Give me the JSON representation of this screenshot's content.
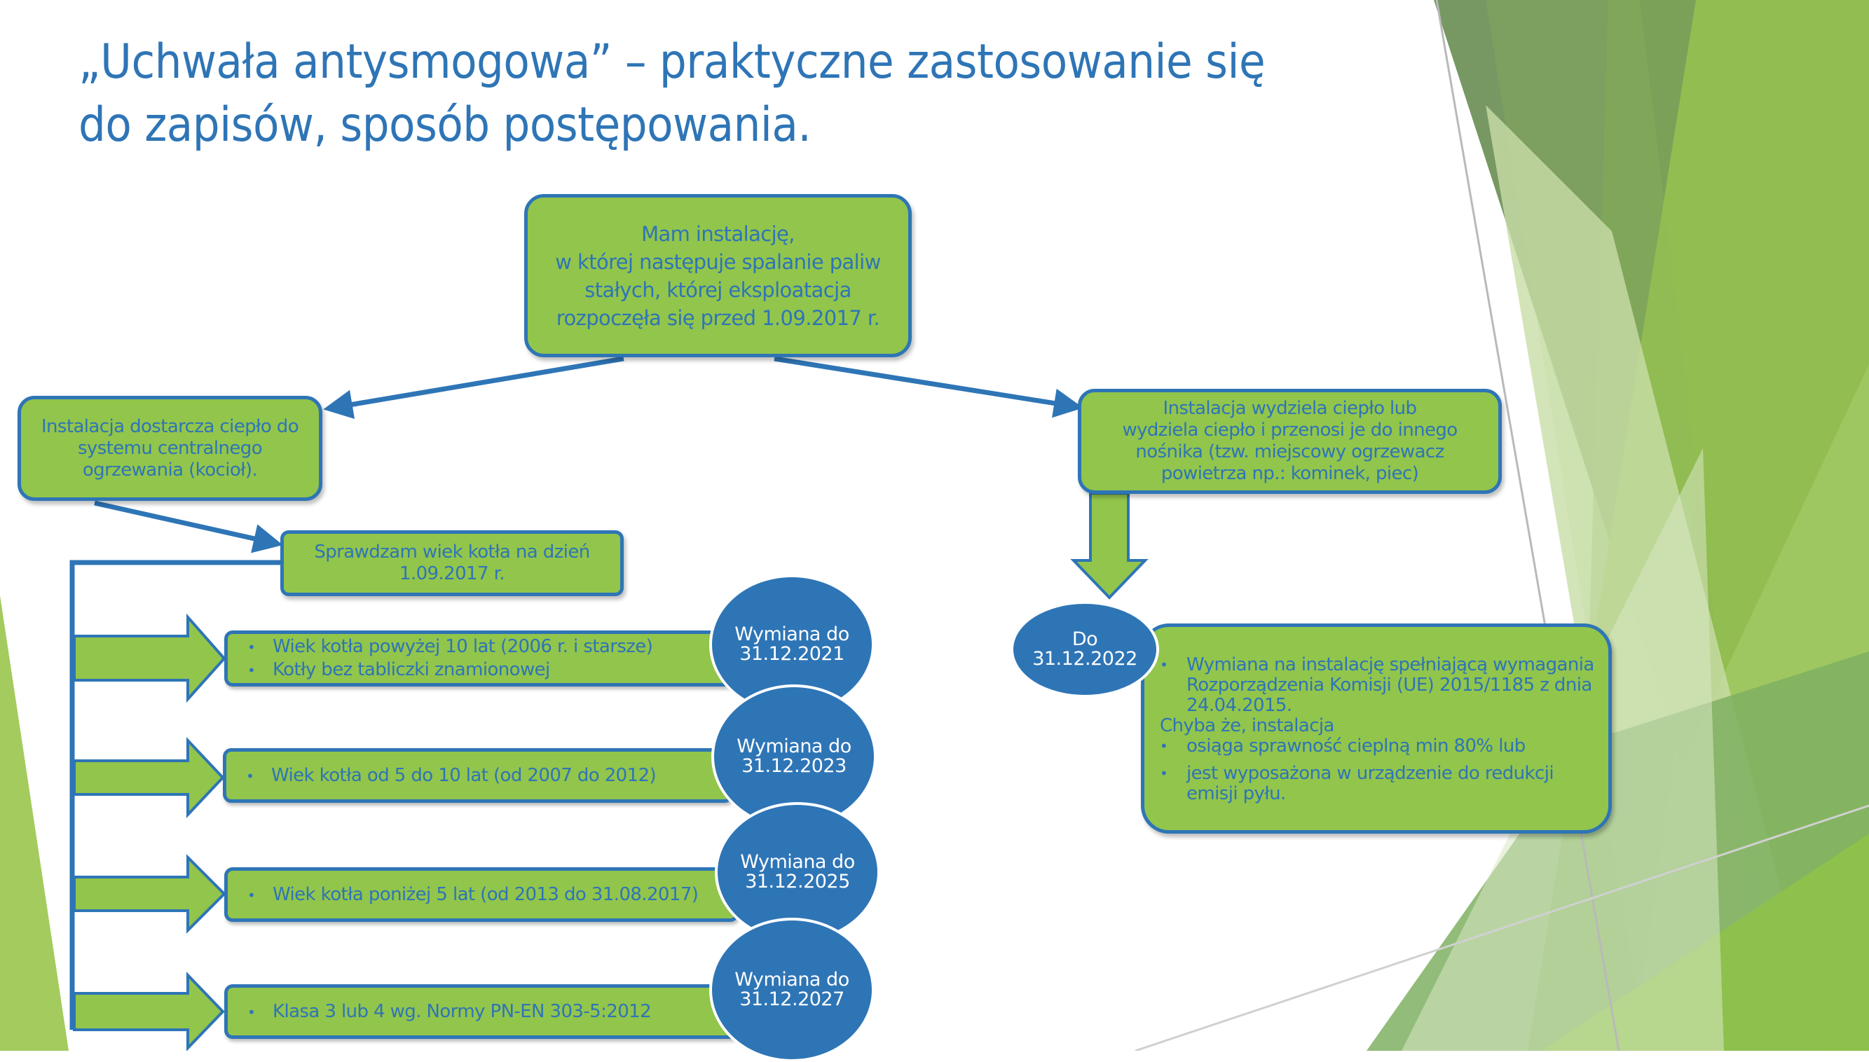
{
  "slide": {
    "title_line1": "„Uchwała antysmogowa” – praktyczne zastosowanie się",
    "title_line2": "do zapisów, sposób postępowania."
  },
  "colors": {
    "box_fill": "#92C54B",
    "box_border": "#2E75B6",
    "text_blue": "#2E75B6",
    "circle_fill": "#2E75B6",
    "decor_dark_green": "#6B8F55",
    "decor_light_green": "#A3CB5E"
  },
  "diagram": {
    "root": {
      "line1": "Mam instalację,",
      "line2": "w której następuje spalanie paliw",
      "line3": "stałych, której eksploatacja",
      "line4": "rozpoczęła się przed 1.09.2017 r."
    },
    "left_branch": {
      "line1": "Instalacja dostarcza ciepło do",
      "line2": "systemu centralnego",
      "line3": "ogrzewania (kocioł)."
    },
    "check_age": {
      "line1": "Sprawdzam wiek kotła na dzień",
      "line2": "1.09.2017 r."
    },
    "age_rows": [
      {
        "items": [
          "Wiek kotła powyżej 10 lat (2006 r. i starsze)",
          "Kotły bez tabliczki znamionowej"
        ],
        "deadline_line1": "Wymiana do",
        "deadline_line2": "31.12.2021"
      },
      {
        "items": [
          "Wiek kotła od 5 do 10 lat (od 2007 do 2012)"
        ],
        "deadline_line1": "Wymiana do",
        "deadline_line2": "31.12.2023"
      },
      {
        "items": [
          "Wiek kotła poniżej 5 lat (od 2013 do 31.08.2017)"
        ],
        "deadline_line1": "Wymiana do",
        "deadline_line2": "31.12.2025"
      },
      {
        "items": [
          "Klasa 3 lub 4 wg. Normy PN-EN 303-5:2012"
        ],
        "deadline_line1": "Wymiana do",
        "deadline_line2": "31.12.2027"
      }
    ],
    "right_branch": {
      "line1": "Instalacja wydziela ciepło lub",
      "line2": "wydziela ciepło i przenosi je do innego",
      "line3": "nośnika (tzw. miejscowy ogrzewacz",
      "line4": "powietrza np.: kominek, piec)"
    },
    "right_deadline": {
      "line1": "Do",
      "line2": "31.12.2022"
    },
    "right_requirements": {
      "bullet1": "Wymiana na instalację spełniającą wymagania Rozporządzenia Komisji (UE) 2015/1185 z dnia 24.04.2015.",
      "unless": "Chyba że, instalacja",
      "bullet2": "osiąga sprawność cieplną min 80% lub",
      "bullet3": "jest wyposażona w urządzenie do redukcji emisji pyłu."
    }
  }
}
